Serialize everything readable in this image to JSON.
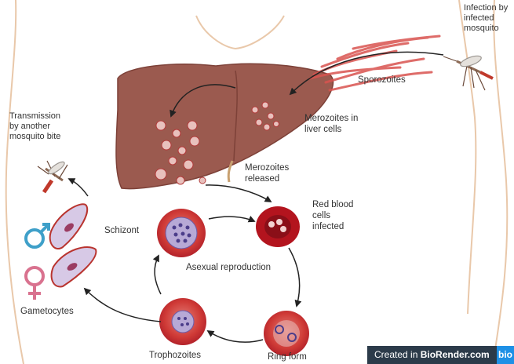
{
  "diagram": {
    "labels": {
      "infection": "Infection by\ninfected\nmosquito",
      "sporozoites": "Sporozoites",
      "merozoites_liver": "Merozoites in\nliver cells",
      "transmission": "Transmission\nby another\nmosquito bite",
      "merozoites_released": "Merozoites\nreleased",
      "rbc_infected": "Red blood\ncells\ninfected",
      "schizont": "Schizont",
      "asexual": "Asexual reproduction",
      "gametocytes": "Gametocytes",
      "trophozoites": "Trophozoites",
      "ring_form": "Ring form"
    },
    "symbols": {
      "male": "♂",
      "female": "♀"
    },
    "colors": {
      "liver": "#9b5a4f",
      "rbc": "#c8312f",
      "rbc_dark": "#a3141c",
      "male_symbol": "#3fa0c9",
      "female_symbol": "#d9728f",
      "arrow": "#222222",
      "skin_outline": "#e8c4a4"
    }
  },
  "watermark": {
    "prefix": "Created in ",
    "brand": "BioRender.com",
    "logo": "bio"
  }
}
